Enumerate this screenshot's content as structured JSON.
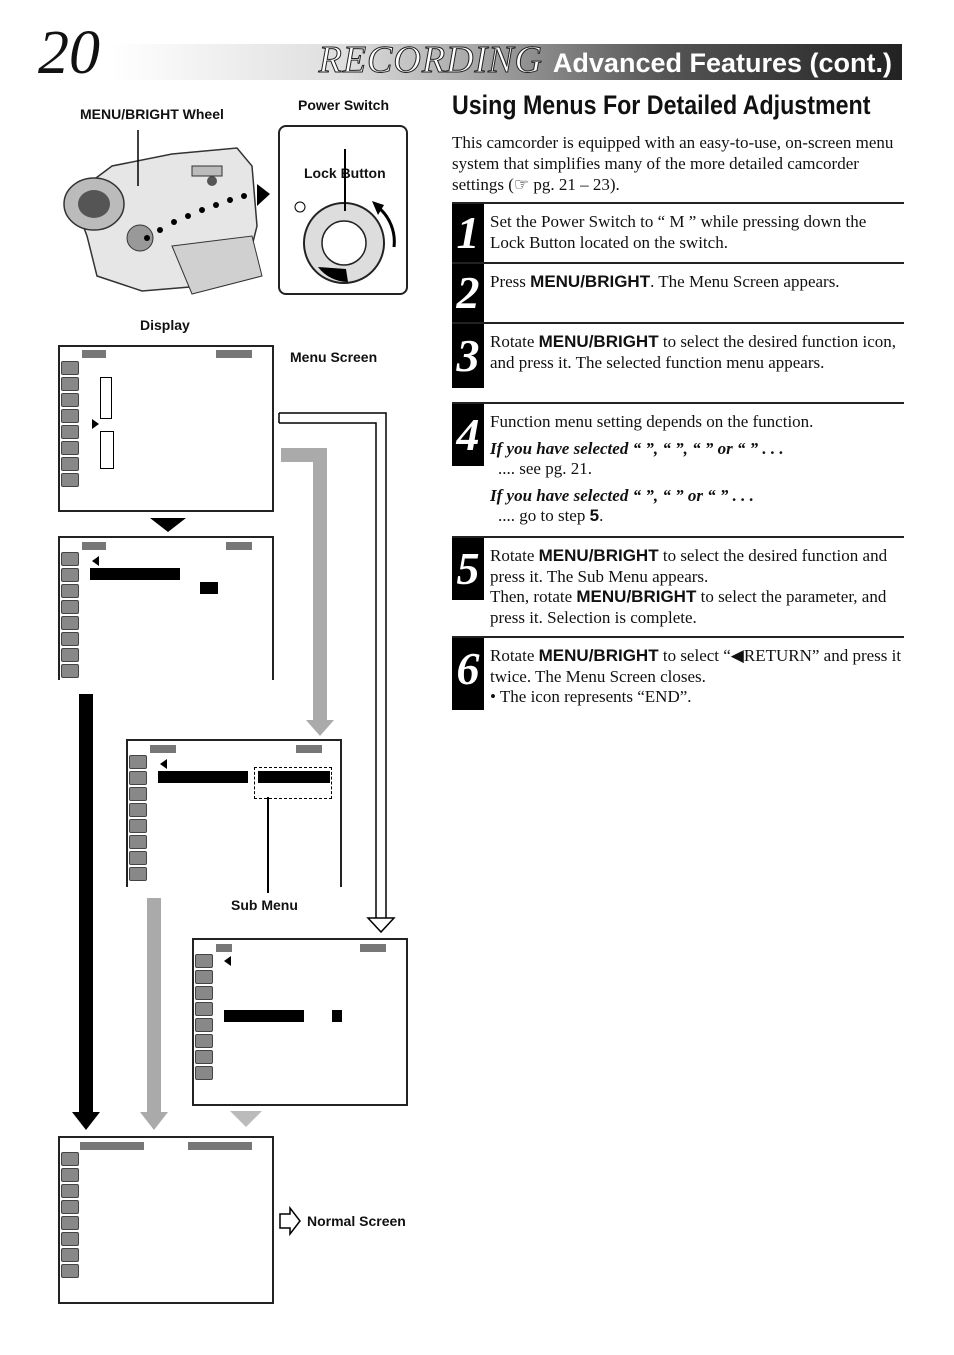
{
  "header": {
    "page_number": "20",
    "section": "RECORDING",
    "subtitle": "Advanced Features (cont.)"
  },
  "title": "Using Menus For Detailed Adjustment",
  "intro": "This camcorder is equipped with an easy-to-use, on-screen menu system that simplifies many of the more detailed camcorder settings (☞ pg. 21 – 23).",
  "labels": {
    "menu_wheel": "MENU/BRIGHT Wheel",
    "power_switch": "Power Switch",
    "lock_button": "Lock Button",
    "display": "Display",
    "menu_screen": "Menu Screen",
    "sub_menu": "Sub Menu",
    "normal_screen": "Normal Screen"
  },
  "steps": [
    {
      "num": "1",
      "text": "Set the Power Switch to “ M ” while pressing down the Lock Button located on the switch."
    },
    {
      "num": "2",
      "pre": "Press ",
      "bold": "MENU/BRIGHT",
      "post": ". The Menu Screen appears."
    },
    {
      "num": "3",
      "pre": "Rotate ",
      "bold": "MENU/BRIGHT",
      "post": " to select the desired function icon, and press it. The selected function menu appears."
    },
    {
      "num": "4",
      "text": "Function menu setting depends on the function.",
      "sub1": "If you have selected “ ”, “ ”, “ ” or “ ” . . .",
      "sub1_note": ".... see pg. 21.",
      "sub2": "If you have selected “ ”, “ ” or “ ” . . .",
      "sub2_note_pre": ".... go to step ",
      "sub2_note_bold": "5",
      "sub2_note_post": "."
    },
    {
      "num": "5",
      "pre": "Rotate ",
      "bold": "MENU/BRIGHT",
      "post": " to select the desired function and press it. The Sub Menu appears.",
      "line2_pre": "Then, rotate ",
      "line2_bold": "MENU/BRIGHT",
      "line2_post": " to select the parameter, and press it. Selection is complete."
    },
    {
      "num": "6",
      "pre": "Rotate ",
      "bold": "MENU/BRIGHT",
      "post": " to select “◀RETURN” and press it twice. The Menu Screen closes.",
      "bullet": "• The   icon represents “END”."
    }
  ]
}
